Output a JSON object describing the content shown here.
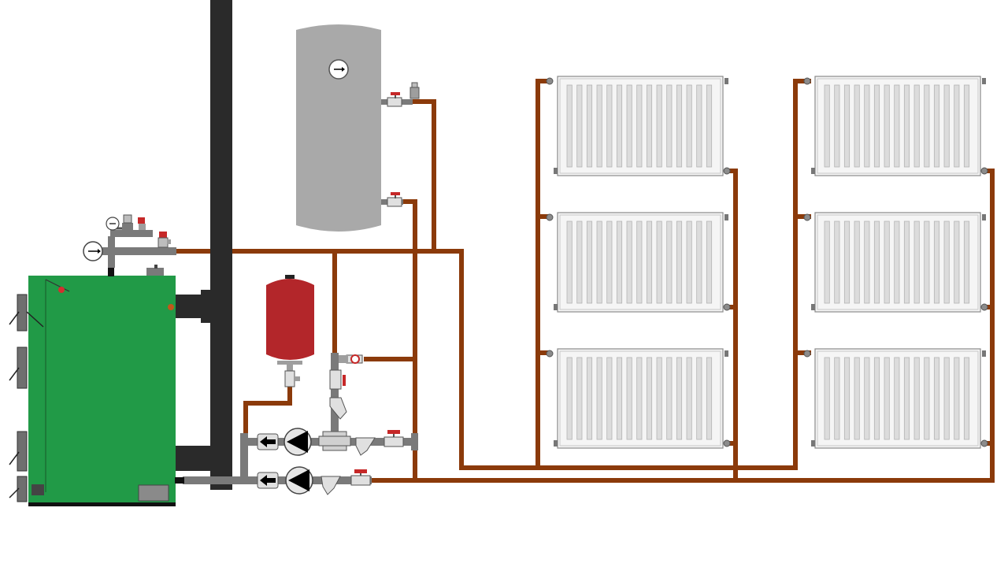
{
  "diagram": {
    "colors": {
      "background": "#ffffff",
      "pipe": "#8b3a0a",
      "pipe_fitting": "#7a7a7a",
      "chimney": "#2a2a2a",
      "boiler_body": "#219a47",
      "boiler_door": "#6f6f6f",
      "tank": "#a9a9a9",
      "expansion_vessel": "#b3262a",
      "radiator_fill": "#f5f5f5",
      "radiator_fin": "#dcdcdc",
      "radiator_stroke": "#8a8a8a",
      "valve_handle": "#c62828",
      "pump_body": "#e6e6e6"
    },
    "icons": {
      "pressure_gauge": "gauge-icon",
      "tank_thermometer": "thermometer-dial-icon",
      "pump": "circulation-pump-icon",
      "flow_direction": "arrow-left-icon",
      "ball_valve": "ball-valve-icon",
      "strainer": "y-strainer-icon",
      "air_vent": "air-vent-icon",
      "safety_valve": "safety-valve-icon",
      "radiator": "panel-radiator-icon"
    },
    "radiator_banks": [
      {
        "id": "left-bank",
        "radiators": 3,
        "fins_per_radiator": 15
      },
      {
        "id": "right-bank",
        "radiators": 3,
        "fins_per_radiator": 15
      }
    ],
    "pump_count": 2,
    "boiler_doors": 4
  }
}
